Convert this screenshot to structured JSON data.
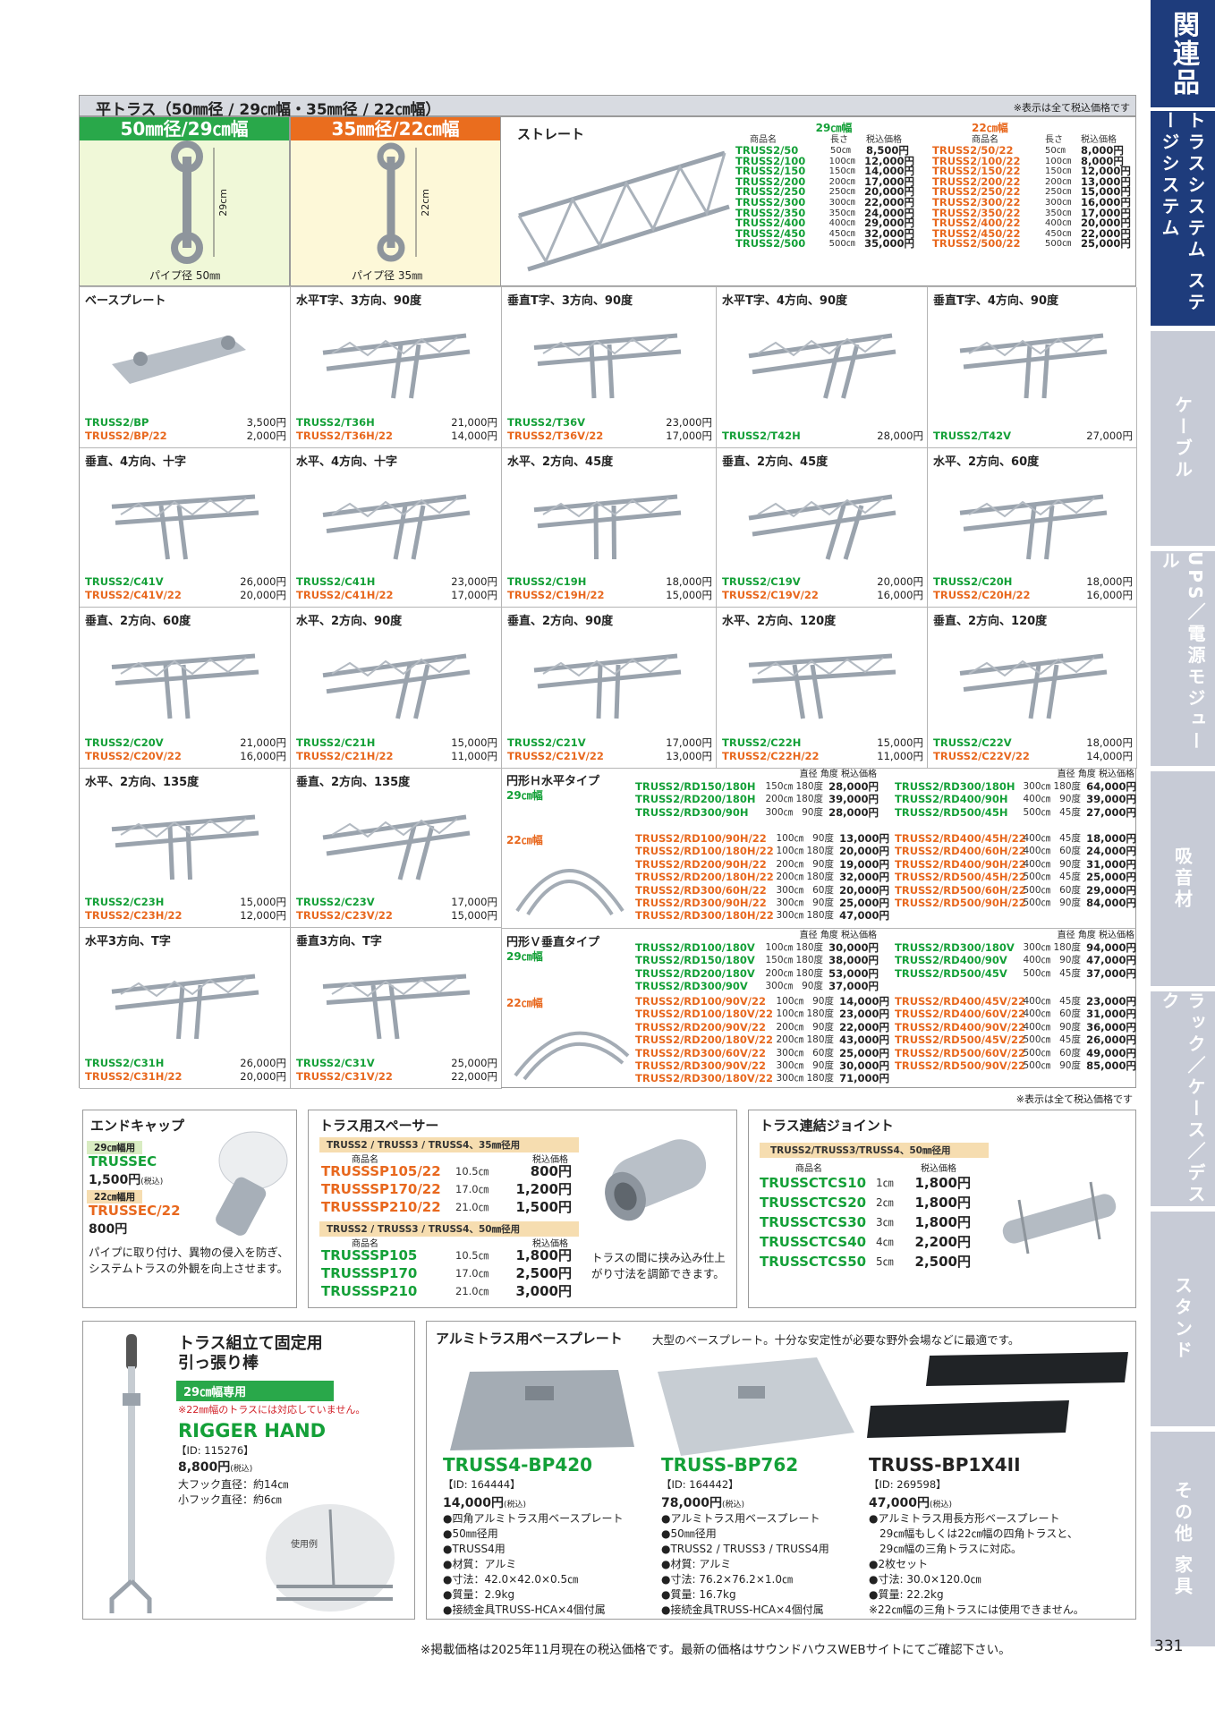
{
  "sidebar": {
    "top_label": "関連品",
    "tabs": [
      {
        "label": "トラスシステム ステージシステム",
        "active": true
      },
      {
        "label": "ケーブル"
      },
      {
        "label": "UPS／電源モジュール"
      },
      {
        "label": "吸音材"
      },
      {
        "label": "ラック／ケース／デスク"
      },
      {
        "label": "スタンド"
      },
      {
        "label": "その他 家具"
      }
    ]
  },
  "header": {
    "title": "平トラス（50㎜径 / 29㎝幅・35㎜径 / 22㎝幅）",
    "note": "※表示は全て税込価格です"
  },
  "profiles": [
    {
      "tag": "50㎜径/29㎝幅",
      "dim": "29cm",
      "pipe": "パイプ径 50㎜"
    },
    {
      "tag": "35㎜径/22㎝幅",
      "dim": "22cm",
      "pipe": "パイプ径 35㎜"
    }
  ],
  "straight": {
    "title": "ストレート",
    "w29": {
      "label": "29㎝幅",
      "cols": [
        "商品名",
        "長さ",
        "税込価格"
      ],
      "rows": [
        [
          "TRUSS2/50",
          "50㎝",
          "8,500円"
        ],
        [
          "TRUSS2/100",
          "100㎝",
          "12,000円"
        ],
        [
          "TRUSS2/150",
          "150㎝",
          "14,000円"
        ],
        [
          "TRUSS2/200",
          "200㎝",
          "17,000円"
        ],
        [
          "TRUSS2/250",
          "250㎝",
          "20,000円"
        ],
        [
          "TRUSS2/300",
          "300㎝",
          "22,000円"
        ],
        [
          "TRUSS2/350",
          "350㎝",
          "24,000円"
        ],
        [
          "TRUSS2/400",
          "400㎝",
          "29,000円"
        ],
        [
          "TRUSS2/450",
          "450㎝",
          "32,000円"
        ],
        [
          "TRUSS2/500",
          "500㎝",
          "35,000円"
        ]
      ]
    },
    "w22": {
      "label": "22㎝幅",
      "cols": [
        "商品名",
        "長さ",
        "税込価格"
      ],
      "rows": [
        [
          "TRUSS2/50/22",
          "50㎝",
          "8,000円"
        ],
        [
          "TRUSS2/100/22",
          "100㎝",
          "8,000円"
        ],
        [
          "TRUSS2/150/22",
          "150㎝",
          "12,000円"
        ],
        [
          "TRUSS2/200/22",
          "200㎝",
          "13,000円"
        ],
        [
          "TRUSS2/250/22",
          "250㎝",
          "15,000円"
        ],
        [
          "TRUSS2/300/22",
          "300㎝",
          "16,000円"
        ],
        [
          "TRUSS2/350/22",
          "350㎝",
          "17,000円"
        ],
        [
          "TRUSS2/400/22",
          "400㎝",
          "20,000円"
        ],
        [
          "TRUSS2/450/22",
          "450㎝",
          "22,000円"
        ],
        [
          "TRUSS2/500/22",
          "500㎝",
          "25,000円"
        ]
      ]
    }
  },
  "cells": [
    {
      "t": "ベースプレート",
      "m": [
        [
          "TRUSS2/BP",
          "3,500円",
          "g"
        ],
        [
          "TRUSS2/BP/22",
          "2,000円",
          "o"
        ]
      ]
    },
    {
      "t": "水平T字、3方向、90度",
      "m": [
        [
          "TRUSS2/T36H",
          "21,000円",
          "g"
        ],
        [
          "TRUSS2/T36H/22",
          "14,000円",
          "o"
        ]
      ]
    },
    {
      "t": "垂直T字、3方向、90度",
      "m": [
        [
          "TRUSS2/T36V",
          "23,000円",
          "g"
        ],
        [
          "TRUSS2/T36V/22",
          "17,000円",
          "o"
        ]
      ]
    },
    {
      "t": "水平T字、4方向、90度",
      "m": [
        [
          "TRUSS2/T42H",
          "28,000円",
          "g"
        ]
      ]
    },
    {
      "t": "垂直T字、4方向、90度",
      "m": [
        [
          "TRUSS2/T42V",
          "27,000円",
          "g"
        ]
      ]
    },
    {
      "t": "垂直、4方向、十字",
      "m": [
        [
          "TRUSS2/C41V",
          "26,000円",
          "g"
        ],
        [
          "TRUSS2/C41V/22",
          "20,000円",
          "o"
        ]
      ]
    },
    {
      "t": "水平、4方向、十字",
      "m": [
        [
          "TRUSS2/C41H",
          "23,000円",
          "g"
        ],
        [
          "TRUSS2/C41H/22",
          "17,000円",
          "o"
        ]
      ]
    },
    {
      "t": "水平、2方向、45度",
      "m": [
        [
          "TRUSS2/C19H",
          "18,000円",
          "g"
        ],
        [
          "TRUSS2/C19H/22",
          "15,000円",
          "o"
        ]
      ]
    },
    {
      "t": "垂直、2方向、45度",
      "m": [
        [
          "TRUSS2/C19V",
          "20,000円",
          "g"
        ],
        [
          "TRUSS2/C19V/22",
          "16,000円",
          "o"
        ]
      ]
    },
    {
      "t": "水平、2方向、60度",
      "m": [
        [
          "TRUSS2/C20H",
          "18,000円",
          "g"
        ],
        [
          "TRUSS2/C20H/22",
          "16,000円",
          "o"
        ]
      ]
    },
    {
      "t": "垂直、2方向、60度",
      "m": [
        [
          "TRUSS2/C20V",
          "21,000円",
          "g"
        ],
        [
          "TRUSS2/C20V/22",
          "16,000円",
          "o"
        ]
      ]
    },
    {
      "t": "水平、2方向、90度",
      "m": [
        [
          "TRUSS2/C21H",
          "15,000円",
          "g"
        ],
        [
          "TRUSS2/C21H/22",
          "11,000円",
          "o"
        ]
      ]
    },
    {
      "t": "垂直、2方向、90度",
      "m": [
        [
          "TRUSS2/C21V",
          "17,000円",
          "g"
        ],
        [
          "TRUSS2/C21V/22",
          "13,000円",
          "o"
        ]
      ]
    },
    {
      "t": "水平、2方向、120度",
      "m": [
        [
          "TRUSS2/C22H",
          "15,000円",
          "g"
        ],
        [
          "TRUSS2/C22H/22",
          "11,000円",
          "o"
        ]
      ]
    },
    {
      "t": "垂直、2方向、120度",
      "m": [
        [
          "TRUSS2/C22V",
          "18,000円",
          "g"
        ],
        [
          "TRUSS2/C22V/22",
          "14,000円",
          "o"
        ]
      ]
    },
    {
      "t": "水平、2方向、135度",
      "m": [
        [
          "TRUSS2/C23H",
          "15,000円",
          "g"
        ],
        [
          "TRUSS2/C23H/22",
          "12,000円",
          "o"
        ]
      ]
    },
    {
      "t": "垂直、2方向、135度",
      "m": [
        [
          "TRUSS2/C23V",
          "17,000円",
          "g"
        ],
        [
          "TRUSS2/C23V/22",
          "15,000円",
          "o"
        ]
      ]
    },
    {
      "t": "水平3方向、T字",
      "m": [
        [
          "TRUSS2/C31H",
          "26,000円",
          "g"
        ],
        [
          "TRUSS2/C31H/22",
          "20,000円",
          "o"
        ]
      ]
    },
    {
      "t": "垂直3方向、T字",
      "m": [
        [
          "TRUSS2/C31V",
          "25,000円",
          "g"
        ],
        [
          "TRUSS2/C31V/22",
          "22,000円",
          "o"
        ]
      ]
    }
  ],
  "round_h": {
    "title": "円形Ｈ水平タイプ",
    "w29": "29㎝幅",
    "w22": "22㎝幅",
    "cols": [
      "直径",
      "角度",
      "税込価格"
    ],
    "a29": [
      [
        "TRUSS2/RD150/180H",
        "150㎝",
        "180度",
        "28,000円"
      ],
      [
        "TRUSS2/RD200/180H",
        "200㎝",
        "180度",
        "39,000円"
      ],
      [
        "TRUSS2/RD300/90H",
        "300㎝",
        "90度",
        "28,000円"
      ]
    ],
    "b29": [
      [
        "TRUSS2/RD300/180H",
        "300㎝",
        "180度",
        "64,000円"
      ],
      [
        "TRUSS2/RD400/90H",
        "400㎝",
        "90度",
        "39,000円"
      ],
      [
        "TRUSS2/RD500/45H",
        "500㎝",
        "45度",
        "27,000円"
      ]
    ],
    "a22": [
      [
        "TRUSS2/RD100/90H/22",
        "100㎝",
        "90度",
        "13,000円"
      ],
      [
        "TRUSS2/RD100/180H/22",
        "100㎝",
        "180度",
        "20,000円"
      ],
      [
        "TRUSS2/RD200/90H/22",
        "200㎝",
        "90度",
        "19,000円"
      ],
      [
        "TRUSS2/RD200/180H/22",
        "200㎝",
        "180度",
        "32,000円"
      ],
      [
        "TRUSS2/RD300/60H/22",
        "300㎝",
        "60度",
        "20,000円"
      ],
      [
        "TRUSS2/RD300/90H/22",
        "300㎝",
        "90度",
        "25,000円"
      ],
      [
        "TRUSS2/RD300/180H/22",
        "300㎝",
        "180度",
        "47,000円"
      ]
    ],
    "b22": [
      [
        "TRUSS2/RD400/45H/22",
        "400㎝",
        "45度",
        "18,000円"
      ],
      [
        "TRUSS2/RD400/60H/22",
        "400㎝",
        "60度",
        "24,000円"
      ],
      [
        "TRUSS2/RD400/90H/22",
        "400㎝",
        "90度",
        "31,000円"
      ],
      [
        "TRUSS2/RD500/45H/22",
        "500㎝",
        "45度",
        "25,000円"
      ],
      [
        "TRUSS2/RD500/60H/22",
        "500㎝",
        "60度",
        "29,000円"
      ],
      [
        "TRUSS2/RD500/90H/22",
        "500㎝",
        "90度",
        "84,000円"
      ]
    ]
  },
  "round_v": {
    "title": "円形Ｖ垂直タイプ",
    "w29": "29㎝幅",
    "w22": "22㎝幅",
    "cols": [
      "直径",
      "角度",
      "税込価格"
    ],
    "a29": [
      [
        "TRUSS2/RD100/180V",
        "100㎝",
        "180度",
        "30,000円"
      ],
      [
        "TRUSS2/RD150/180V",
        "150㎝",
        "180度",
        "38,000円"
      ],
      [
        "TRUSS2/RD200/180V",
        "200㎝",
        "180度",
        "53,000円"
      ],
      [
        "TRUSS2/RD300/90V",
        "300㎝",
        "90度",
        "37,000円"
      ]
    ],
    "b29": [
      [
        "TRUSS2/RD300/180V",
        "300㎝",
        "180度",
        "94,000円"
      ],
      [
        "TRUSS2/RD400/90V",
        "400㎝",
        "90度",
        "47,000円"
      ],
      [
        "TRUSS2/RD500/45V",
        "500㎝",
        "45度",
        "37,000円"
      ]
    ],
    "a22": [
      [
        "TRUSS2/RD100/90V/22",
        "100㎝",
        "90度",
        "14,000円"
      ],
      [
        "TRUSS2/RD100/180V/22",
        "100㎝",
        "180度",
        "23,000円"
      ],
      [
        "TRUSS2/RD200/90V/22",
        "200㎝",
        "90度",
        "22,000円"
      ],
      [
        "TRUSS2/RD200/180V/22",
        "200㎝",
        "180度",
        "43,000円"
      ],
      [
        "TRUSS2/RD300/60V/22",
        "300㎝",
        "60度",
        "25,000円"
      ],
      [
        "TRUSS2/RD300/90V/22",
        "300㎝",
        "90度",
        "30,000円"
      ],
      [
        "TRUSS2/RD300/180V/22",
        "300㎝",
        "180度",
        "71,000円"
      ]
    ],
    "b22": [
      [
        "TRUSS2/RD400/45V/22",
        "400㎝",
        "45度",
        "23,000円"
      ],
      [
        "TRUSS2/RD400/60V/22",
        "400㎝",
        "60度",
        "31,000円"
      ],
      [
        "TRUSS2/RD400/90V/22",
        "400㎝",
        "90度",
        "36,000円"
      ],
      [
        "TRUSS2/RD500/45V/22",
        "500㎝",
        "45度",
        "26,000円"
      ],
      [
        "TRUSS2/RD500/60V/22",
        "500㎝",
        "60度",
        "49,000円"
      ],
      [
        "TRUSS2/RD500/90V/22",
        "500㎝",
        "90度",
        "85,000円"
      ]
    ]
  },
  "note_bottom": "※表示は全て税込価格です",
  "endcap": {
    "title": "エンドキャップ",
    "t29": "29㎝幅用",
    "m29": "TRUSSEC",
    "p29": "1,500円",
    "tax": "(税込)",
    "t22": "22㎝幅用",
    "m22": "TRUSSEC/22",
    "p22": "800円",
    "desc": "パイプに取り付け、異物の侵入を防ぎ、システムトラスの外観を向上させます。"
  },
  "spacer": {
    "title": "トラス用スペーサー",
    "tag35": "TRUSS2 / TRUSS3 / TRUSS4、35㎜径用",
    "tag50": "TRUSS2 / TRUSS3 / TRUSS4、50㎜径用",
    "c1": "商品名",
    "c2": "税込価格",
    "r35": [
      [
        "TRUSSSP105/22",
        "10.5㎝",
        "800円"
      ],
      [
        "TRUSSSP170/22",
        "17.0㎝",
        "1,200円"
      ],
      [
        "TRUSSSP210/22",
        "21.0㎝",
        "1,500円"
      ]
    ],
    "r50": [
      [
        "TRUSSSP105",
        "10.5㎝",
        "1,800円"
      ],
      [
        "TRUSSSP170",
        "17.0㎝",
        "2,500円"
      ],
      [
        "TRUSSSP210",
        "21.0㎝",
        "3,000円"
      ]
    ],
    "desc": "トラスの間に挟み込み仕上がり寸法を調節できます。"
  },
  "joint": {
    "title": "トラス連結ジョイント",
    "tag": "TRUSS2/TRUSS3/TRUSS4、50㎜径用",
    "c1": "商品名",
    "c2": "税込価格",
    "rows": [
      [
        "TRUSSCTCS10",
        "1㎝",
        "1,800円"
      ],
      [
        "TRUSSCTCS20",
        "2㎝",
        "1,800円"
      ],
      [
        "TRUSSCTCS30",
        "3㎝",
        "1,800円"
      ],
      [
        "TRUSSCTCS40",
        "4㎝",
        "2,200円"
      ],
      [
        "TRUSSCTCS50",
        "5㎝",
        "2,500円"
      ]
    ]
  },
  "rigger": {
    "title1": "トラス組立て固定用",
    "title2": "引っ張り棒",
    "tag": "29㎝幅専用",
    "warn": "※22㎜幅のトラスには対応していません。",
    "model": "RIGGER HAND",
    "id": "【ID: 115276】",
    "price": "8,800円",
    "tax": "(税込)",
    "s1": "大フック直径：約14㎝",
    "s2": "小フック直径：約6㎝",
    "usage": "使用例"
  },
  "baseplate": {
    "title": "アルミトラス用ベースプレート",
    "sub": "大型のベースプレート。十分な安定性が必要な野外会場などに最適です。",
    "items": [
      {
        "model": "TRUSS4-BP420",
        "id": "【ID: 164444】",
        "price": "14,000円",
        "tax": "(税込)",
        "specs": [
          "●四角アルミトラス用ベースプレート",
          "●50㎜径用",
          "●TRUSS4用",
          "●材質：アルミ",
          "●寸法：42.0×42.0×0.5㎝",
          "●質量：2.9kg",
          "●接続金具TRUSS-HCA×4個付属"
        ]
      },
      {
        "model": "TRUSS-BP762",
        "id": "【ID: 164442】",
        "price": "78,000円",
        "tax": "(税込)",
        "specs": [
          "●アルミトラス用ベースプレート",
          "●50㎜径用",
          "●TRUSS2 / TRUSS3 / TRUSS4用",
          "●材質: アルミ",
          "●寸法: 76.2×76.2×1.0㎝",
          "●質量: 16.7kg",
          "●接続金具TRUSS-HCA×4個付属"
        ]
      },
      {
        "model": "TRUSS-BP1X4II",
        "id": "【ID: 269598】",
        "price": "47,000円",
        "tax": "(税込)",
        "specs": [
          "●アルミトラス用長方形ベースプレート",
          "　29㎝幅もしくは22㎝幅の四角トラスと、",
          "　29㎝幅の三角トラスに対応。",
          "●2枚セット",
          "●寸法: 30.0×120.0㎝",
          "●質量: 22.2kg",
          "※22㎝幅の三角トラスには使用できません。"
        ]
      }
    ]
  },
  "footer": {
    "note": "※掲載価格は2025年11月現在の税込価格です。最新の価格はサウンドハウスWEBサイトにてご確認下さい。",
    "page": "331"
  }
}
